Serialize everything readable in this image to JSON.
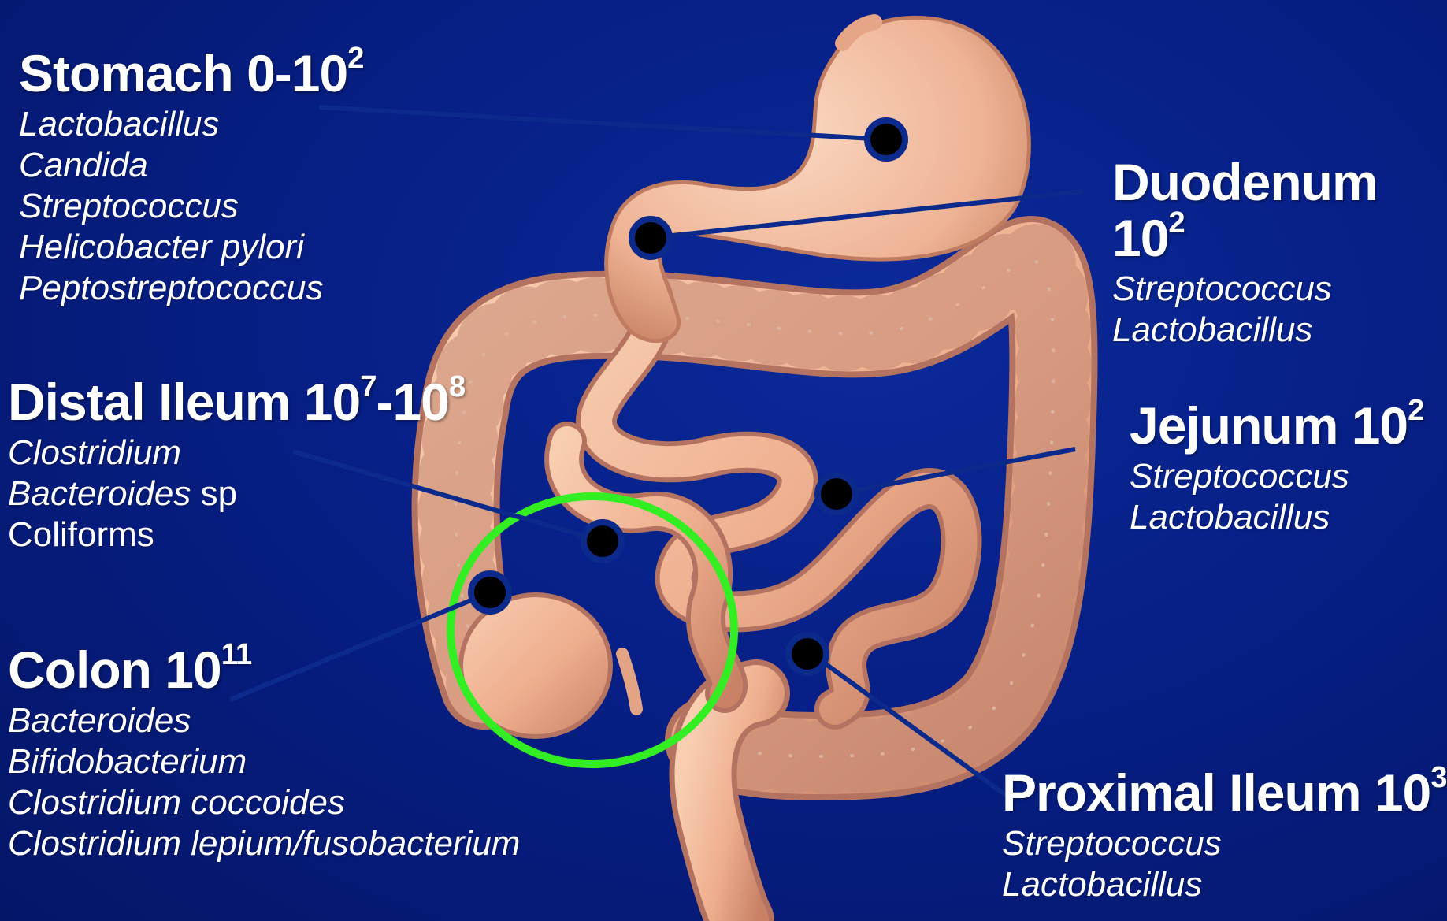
{
  "colors": {
    "background": "#071f86",
    "leader_line": "#0b2a8c",
    "marker_fill": "#000000",
    "marker_ring": "#0b2a8c",
    "highlight_circle": "#33ee22",
    "tissue": "#f0b89a"
  },
  "regions": {
    "stomach": {
      "name": "Stomach 0-10",
      "exp": "2",
      "organisms": [
        "Lactobacillus",
        "Candida",
        "Streptococcus",
        "Helicobacter pylori",
        "Peptostreptococcus"
      ]
    },
    "duodenum": {
      "name": "Duodenum 10",
      "exp": "2",
      "organisms": [
        "Streptococcus",
        "Lactobacillus"
      ]
    },
    "distal_ileum": {
      "name": "Distal Ileum 10",
      "exp": "7",
      "mid": "-10",
      "exp2": "8",
      "organisms": [
        "Clostridium",
        "Bacteroides",
        "Coliforms"
      ],
      "suffix": " sp"
    },
    "jejunum": {
      "name": "Jejunum 10",
      "exp": "2",
      "organisms": [
        "Streptococcus",
        "Lactobacillus"
      ]
    },
    "colon": {
      "name": "Colon 10",
      "exp": "11",
      "organisms": [
        "Bacteroides",
        "Bifidobacterium",
        "Clostridium coccoides",
        "Clostridium lepium/fusobacterium"
      ]
    },
    "proximal_ileum": {
      "name": "Proximal Ileum 10",
      "exp": "3",
      "organisms": [
        "Streptococcus",
        "Lactobacillus"
      ]
    }
  }
}
